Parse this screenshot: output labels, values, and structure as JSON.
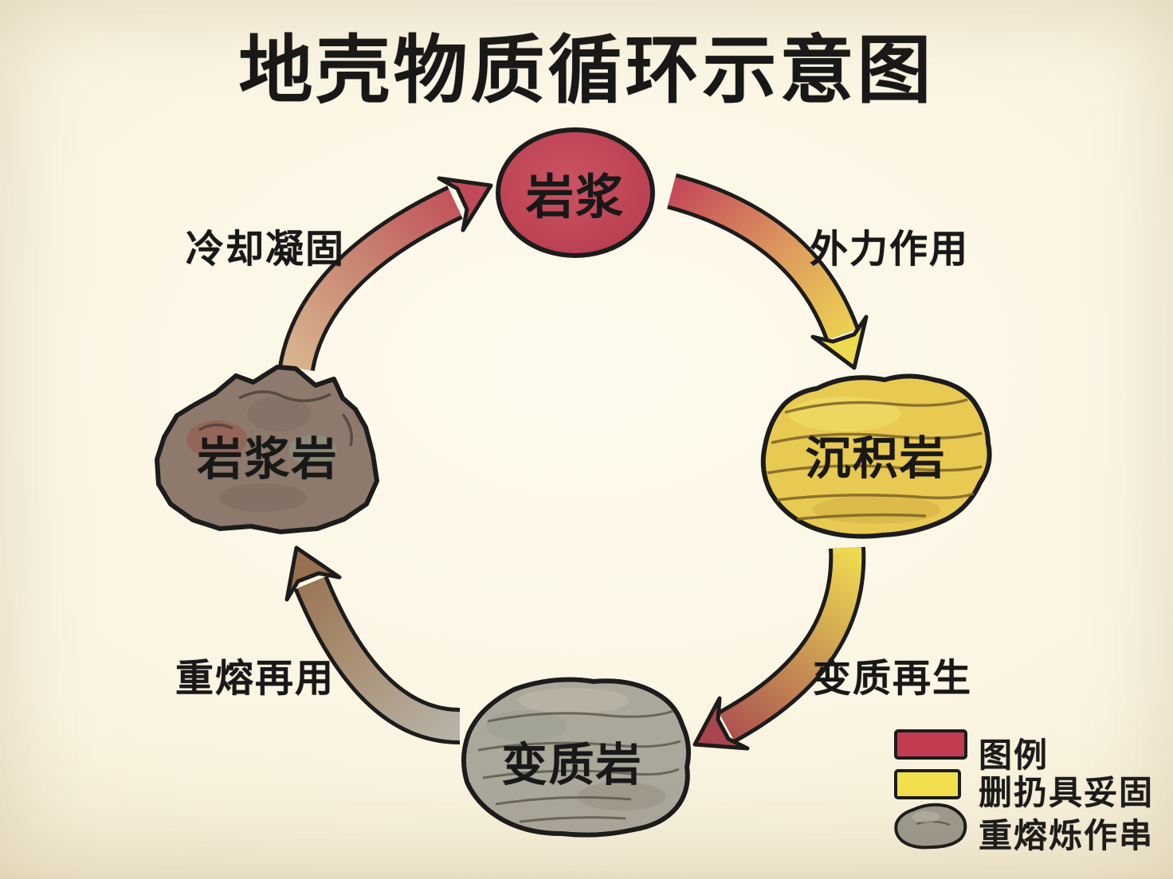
{
  "title": "地壳物质循环示意图",
  "nodes": {
    "magma": {
      "label": "岩浆",
      "color": "#c24452",
      "shape": "ellipse"
    },
    "sedimentary": {
      "label": "沉积岩",
      "color": "#e8ca52",
      "shape": "rock"
    },
    "metamorphic": {
      "label": "变质岩",
      "color": "#aaa79b",
      "shape": "rock"
    },
    "igneous": {
      "label": "岩浆岩",
      "color": "#8d7a6d",
      "shape": "rock"
    }
  },
  "processes": {
    "cooling": {
      "label": "冷却凝固",
      "from": "岩浆岩",
      "to": "岩浆"
    },
    "external_force": {
      "label": "外力作用",
      "from": "岩浆",
      "to": "沉积岩"
    },
    "metamorphism": {
      "label": "变质再生",
      "from": "沉积岩",
      "to": "变质岩"
    },
    "remelting": {
      "label": "重熔再用",
      "from": "变质岩",
      "to": "岩浆岩"
    }
  },
  "legend": {
    "items": [
      {
        "label": "图例",
        "swatch": "red-rect",
        "color": "#c23b50"
      },
      {
        "label": "删扔具妥固",
        "swatch": "yellow-rect",
        "color": "#f2df4e"
      },
      {
        "label": "重熔烁作串",
        "swatch": "rock",
        "color": "#9d998c"
      }
    ]
  }
}
